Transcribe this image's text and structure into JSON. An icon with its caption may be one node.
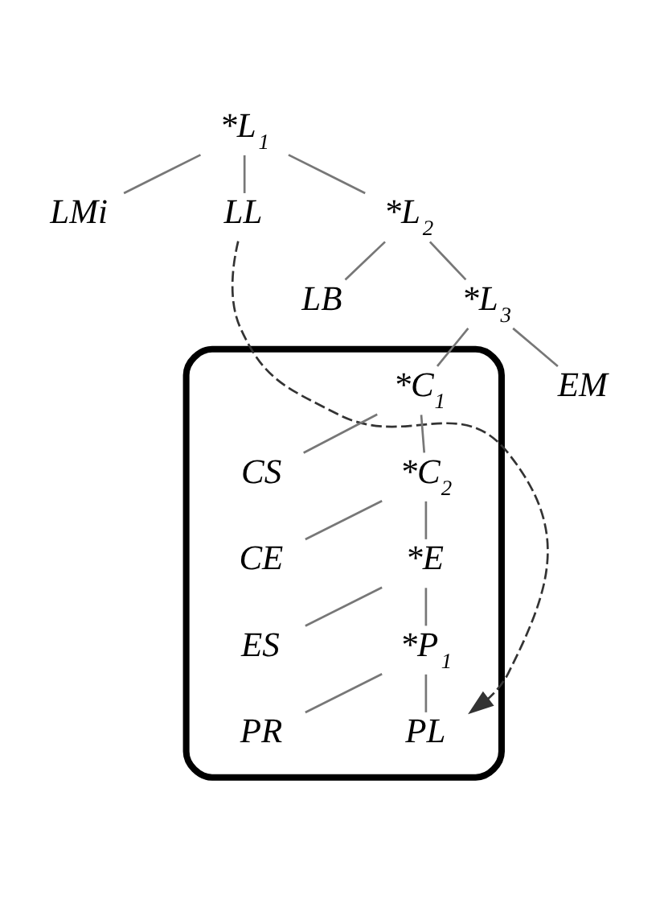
{
  "diagram": {
    "nodes": [
      {
        "text": [
          "*L$_{1}$"
        ]
      },
      {
        "text": [
          "LMi"
        ]
      },
      {
        "text": [
          "LL"
        ]
      },
      {
        "text": [
          "*L$_{2}$"
        ]
      },
      {
        "text": [
          "LB"
        ]
      },
      {
        "text": [
          "*L$_{3}$"
        ]
      },
      {
        "text": [],
        "shape": "cloud"
      },
      {
        "text": [
          "*C$_{1}$"
        ],
        "in": 6
      },
      {
        "text": [
          "EM"
        ]
      },
      {
        "text": [
          "CS"
        ],
        "in": 6
      },
      {
        "text": [
          "*C$_{2}$"
        ],
        "in": 6
      },
      {
        "text": [
          "CE"
        ],
        "in": 6
      },
      {
        "text": [
          "*E"
        ],
        "in": 6
      },
      {
        "text": [
          "ES"
        ],
        "in": 6
      },
      {
        "text": [
          "*P$_{1}$"
        ],
        "in": 6
      },
      {
        "text": [
          "PR"
        ],
        "in": 6
      },
      {
        "text": [
          "PL"
        ],
        "in": 6
      }
    ],
    "edges": [
      {
        "from": 0,
        "to": 1,
        "arrow": "none"
      },
      {
        "from": 0,
        "to": 2,
        "arrow": "none"
      },
      {
        "from": 0,
        "to": 3,
        "arrow": "none"
      },
      {
        "from": 3,
        "to": 4,
        "arrow": "none"
      },
      {
        "from": 3,
        "to": 5,
        "arrow": "none"
      },
      {
        "from": 5,
        "to": 7,
        "arrow": "none"
      },
      {
        "from": 5,
        "to": 8,
        "arrow": "none"
      },
      {
        "from": 7,
        "to": 9,
        "arrow": "none"
      },
      {
        "from": 7,
        "to": 10,
        "arrow": "none"
      },
      {
        "from": 10,
        "to": 11,
        "arrow": "none"
      },
      {
        "from": 10,
        "to": 12,
        "arrow": "none"
      },
      {
        "from": 12,
        "to": 13,
        "arrow": "none"
      },
      {
        "from": 12,
        "to": 14,
        "arrow": "none"
      },
      {
        "from": 14,
        "to": 15,
        "arrow": "none"
      },
      {
        "from": 14,
        "to": 16,
        "arrow": "none"
      },
      {
        "from": 2,
        "to": 16,
        "arrow": "to",
        "style": "dashed"
      }
    ]
  }
}
